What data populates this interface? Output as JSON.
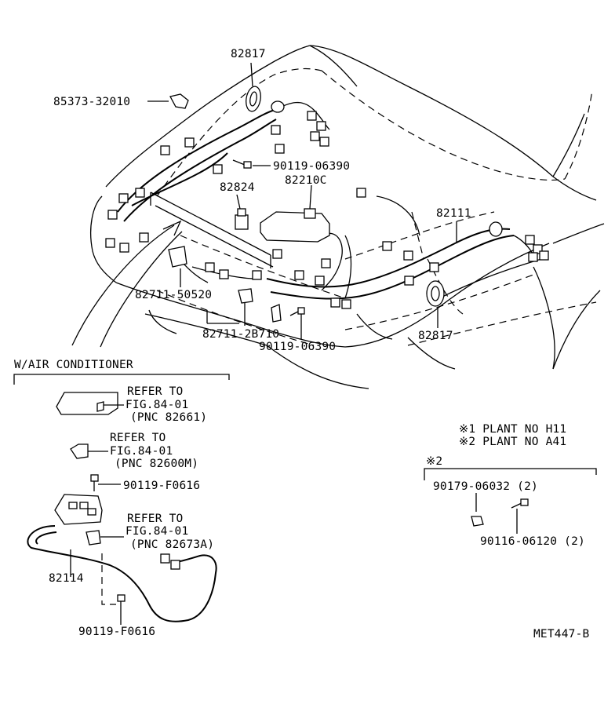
{
  "labels": {
    "p82817_top": "82817",
    "p85373": "85373-32010",
    "p90119_06390_top": "90119-06390",
    "p82824": "82824",
    "p82210c": "82210C",
    "p82111": "82111",
    "p82711_50520": "82711-50520",
    "p82711_2b710": "82711-2B710",
    "p90119_06390_bot": "90119-06390",
    "p82817_bot": "82817",
    "aircon_header": "W/AIR CONDITIONER",
    "refer1_l1": "REFER TO",
    "refer1_l2": "FIG.84-01",
    "refer1_l3": "(PNC 82661)",
    "refer2_l1": "REFER TO",
    "refer2_l2": "FIG.84-01",
    "refer2_l3": "(PNC 82600M)",
    "p90119_f0616_a": "90119-F0616",
    "refer3_l1": "REFER TO",
    "refer3_l2": "FIG.84-01",
    "refer3_l3": "(PNC 82673A)",
    "p82114": "82114",
    "p90119_f0616_b": "90119-F0616",
    "note1": "※1 PLANT NO H11",
    "note2": "※2 PLANT NO A41",
    "note2_header": "※2",
    "p90179": "90179-06032 (2)",
    "p90116": "90116-06120 (2)",
    "drawing_code": "MET447-B"
  }
}
